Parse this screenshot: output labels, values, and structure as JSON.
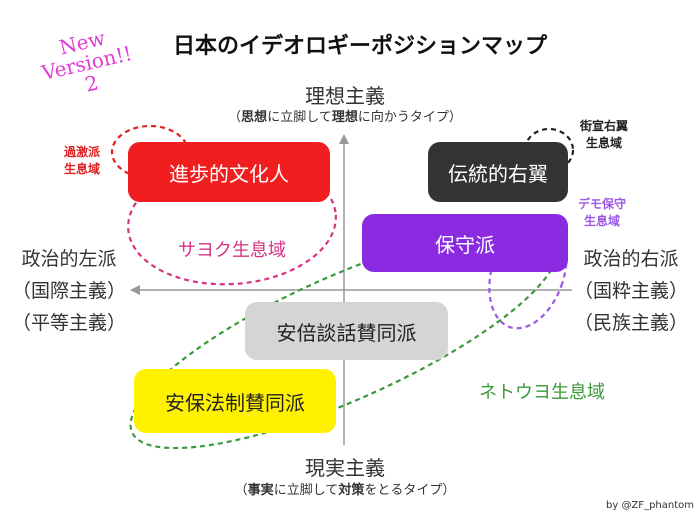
{
  "title": "日本のイデオロギーポジションマップ",
  "badge": {
    "line1": "New",
    "line2": "Version!!",
    "line3": "2"
  },
  "axes": {
    "top": {
      "label": "理想主義",
      "sub_open": "（",
      "sub_b1": "思想",
      "sub_t1": "に立脚して",
      "sub_b2": "理想",
      "sub_t2": "に向かうタイプ）"
    },
    "bottom": {
      "label": "現実主義",
      "sub_open": "（",
      "sub_b1": "事実",
      "sub_t1": "に立脚して",
      "sub_b2": "対策",
      "sub_t2": "をとるタイプ）"
    },
    "left": {
      "line1": "政治的左派",
      "line2": "（国際主義）",
      "line3": "（平等主義）"
    },
    "right": {
      "line1": "政治的右派",
      "line2": "（国粋主義）",
      "line3": "（民族主義）"
    }
  },
  "boxes": [
    {
      "label": "進歩的文化人",
      "color": "#f01e1e"
    },
    {
      "label": "伝統的右翼",
      "color": "#333333"
    },
    {
      "label": "保守派",
      "color": "#8a2be2"
    },
    {
      "label": "安倍談話賛同派",
      "color": "#d5d5d5"
    },
    {
      "label": "安保法制賛同派",
      "color": "#fff200"
    }
  ],
  "zones": {
    "sayoku": {
      "label": "サヨク生息域",
      "color": "#d63384"
    },
    "netouyo": {
      "label": "ネトウヨ生息域",
      "color": "#3a9a3a"
    },
    "kageki": {
      "line1": "過激派",
      "line2": "生息域",
      "color": "#e02020"
    },
    "kaisen": {
      "line1": "街宣右翼",
      "line2": "生息域",
      "color": "#222222"
    },
    "demo": {
      "line1": "デモ保守",
      "line2": "生息域",
      "color": "#9b59e8"
    }
  },
  "credit": "by @ZF_phantom"
}
